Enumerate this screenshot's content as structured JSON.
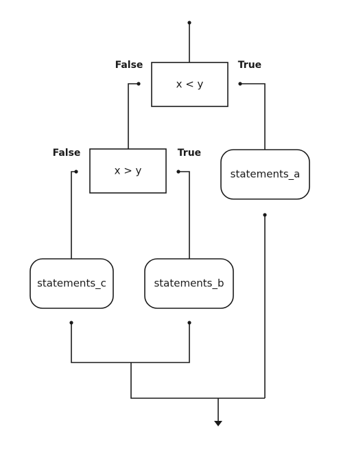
{
  "diagram": {
    "type": "flowchart",
    "decisions": {
      "outer": {
        "condition": "x < y",
        "false_label": "False",
        "true_label": "True"
      },
      "inner": {
        "condition": "x > y",
        "false_label": "False",
        "true_label": "True"
      }
    },
    "statements": {
      "a": "statements_a",
      "b": "statements_b",
      "c": "statements_c"
    },
    "edges": [
      {
        "from": "start",
        "to": "outer-decision"
      },
      {
        "from": "outer-decision",
        "to": "inner-decision",
        "label": "False"
      },
      {
        "from": "outer-decision",
        "to": "statements-a",
        "label": "True"
      },
      {
        "from": "inner-decision",
        "to": "statements-c",
        "label": "False"
      },
      {
        "from": "inner-decision",
        "to": "statements-b",
        "label": "True"
      },
      {
        "from": "statements-c",
        "to": "merge"
      },
      {
        "from": "statements-b",
        "to": "merge"
      },
      {
        "from": "statements-a",
        "to": "merge"
      },
      {
        "from": "merge",
        "to": "end"
      }
    ]
  }
}
